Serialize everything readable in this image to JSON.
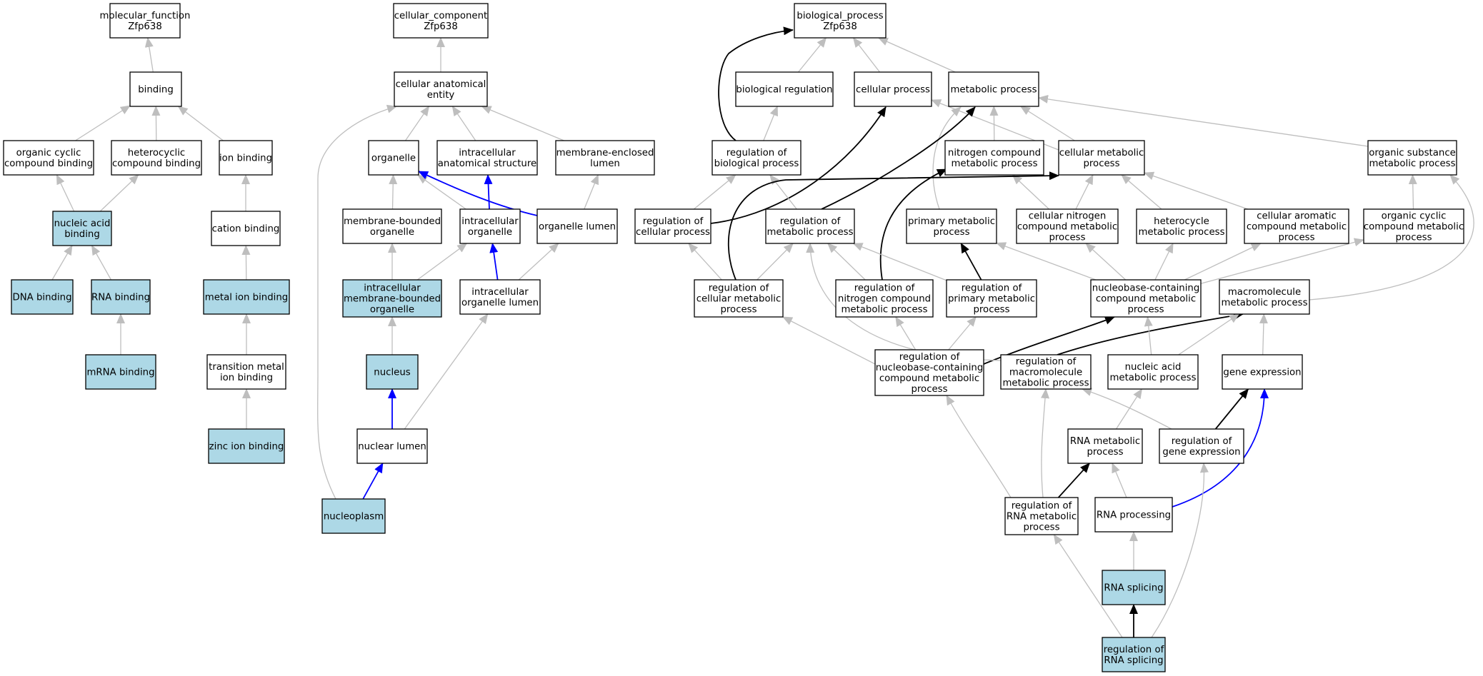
{
  "colors": {
    "annotated_fill": "#add8e6",
    "plain_fill": "#ffffff",
    "is_a_edge": "#bebebe",
    "regulates_edge": "#000000",
    "part_of_edge": "#0000ff"
  },
  "nodes": [
    {
      "id": "molecular_function",
      "lines": [
        "molecular_function",
        "Zfp638"
      ],
      "annotated": false
    },
    {
      "id": "binding",
      "lines": [
        "binding"
      ],
      "annotated": false
    },
    {
      "id": "organic_cyclic_compound_binding",
      "lines": [
        "organic cyclic",
        "compound binding"
      ],
      "annotated": false
    },
    {
      "id": "heterocyclic_compound_binding",
      "lines": [
        "heterocyclic",
        "compound binding"
      ],
      "annotated": false
    },
    {
      "id": "ion_binding",
      "lines": [
        "ion binding"
      ],
      "annotated": false
    },
    {
      "id": "nucleic_acid_binding",
      "lines": [
        "nucleic acid",
        "binding"
      ],
      "annotated": true
    },
    {
      "id": "cation_binding",
      "lines": [
        "cation binding"
      ],
      "annotated": false
    },
    {
      "id": "dna_binding",
      "lines": [
        "DNA binding"
      ],
      "annotated": true
    },
    {
      "id": "rna_binding",
      "lines": [
        "RNA binding"
      ],
      "annotated": true
    },
    {
      "id": "metal_ion_binding",
      "lines": [
        "metal ion binding"
      ],
      "annotated": true
    },
    {
      "id": "mrna_binding",
      "lines": [
        "mRNA binding"
      ],
      "annotated": true
    },
    {
      "id": "transition_metal_ion_binding",
      "lines": [
        "transition metal",
        "ion binding"
      ],
      "annotated": false
    },
    {
      "id": "zinc_ion_binding",
      "lines": [
        "zinc ion binding"
      ],
      "annotated": true
    },
    {
      "id": "cellular_component",
      "lines": [
        "cellular_component",
        "Zfp638"
      ],
      "annotated": false
    },
    {
      "id": "cellular_anatomical_entity",
      "lines": [
        "cellular anatomical",
        "entity"
      ],
      "annotated": false
    },
    {
      "id": "organelle",
      "lines": [
        "organelle"
      ],
      "annotated": false
    },
    {
      "id": "intracellular_anatomical_structure",
      "lines": [
        "intracellular",
        "anatomical structure"
      ],
      "annotated": false
    },
    {
      "id": "membrane_enclosed_lumen",
      "lines": [
        "membrane-enclosed",
        "lumen"
      ],
      "annotated": false
    },
    {
      "id": "membrane_bounded_organelle",
      "lines": [
        "membrane-bounded",
        "organelle"
      ],
      "annotated": false
    },
    {
      "id": "intracellular_organelle",
      "lines": [
        "intracellular",
        "organelle"
      ],
      "annotated": false
    },
    {
      "id": "organelle_lumen",
      "lines": [
        "organelle lumen"
      ],
      "annotated": false
    },
    {
      "id": "intracellular_membrane_bounded_organelle",
      "lines": [
        "intracellular",
        "membrane-bounded",
        "organelle"
      ],
      "annotated": true
    },
    {
      "id": "intracellular_organelle_lumen",
      "lines": [
        "intracellular",
        "organelle lumen"
      ],
      "annotated": false
    },
    {
      "id": "nucleus",
      "lines": [
        "nucleus"
      ],
      "annotated": true
    },
    {
      "id": "nuclear_lumen",
      "lines": [
        "nuclear lumen"
      ],
      "annotated": false
    },
    {
      "id": "nucleoplasm",
      "lines": [
        "nucleoplasm"
      ],
      "annotated": true
    },
    {
      "id": "biological_process",
      "lines": [
        "biological_process",
        "Zfp638"
      ],
      "annotated": false
    },
    {
      "id": "biological_regulation",
      "lines": [
        "biological regulation"
      ],
      "annotated": false
    },
    {
      "id": "cellular_process",
      "lines": [
        "cellular process"
      ],
      "annotated": false
    },
    {
      "id": "metabolic_process",
      "lines": [
        "metabolic process"
      ],
      "annotated": false
    },
    {
      "id": "regulation_of_biological_process",
      "lines": [
        "regulation of",
        "biological process"
      ],
      "annotated": false
    },
    {
      "id": "nitrogen_compound_metabolic_process",
      "lines": [
        "nitrogen compound",
        "metabolic process"
      ],
      "annotated": false
    },
    {
      "id": "cellular_metabolic_process",
      "lines": [
        "cellular metabolic",
        "process"
      ],
      "annotated": false
    },
    {
      "id": "organic_substance_metabolic_process",
      "lines": [
        "organic substance",
        "metabolic process"
      ],
      "annotated": false
    },
    {
      "id": "regulation_of_cellular_process",
      "lines": [
        "regulation of",
        "cellular process"
      ],
      "annotated": false
    },
    {
      "id": "regulation_of_metabolic_process",
      "lines": [
        "regulation of",
        "metabolic process"
      ],
      "annotated": false
    },
    {
      "id": "primary_metabolic_process",
      "lines": [
        "primary metabolic",
        "process"
      ],
      "annotated": false
    },
    {
      "id": "cellular_nitrogen_compound_metabolic_process",
      "lines": [
        "cellular nitrogen",
        "compound metabolic",
        "process"
      ],
      "annotated": false
    },
    {
      "id": "heterocycle_metabolic_process",
      "lines": [
        "heterocycle",
        "metabolic process"
      ],
      "annotated": false
    },
    {
      "id": "cellular_aromatic_compound_metabolic_process",
      "lines": [
        "cellular aromatic",
        "compound metabolic",
        "process"
      ],
      "annotated": false
    },
    {
      "id": "organic_cyclic_compound_metabolic_process",
      "lines": [
        "organic cyclic",
        "compound metabolic",
        "process"
      ],
      "annotated": false
    },
    {
      "id": "regulation_of_cellular_metabolic_process",
      "lines": [
        "regulation of",
        "cellular metabolic",
        "process"
      ],
      "annotated": false
    },
    {
      "id": "regulation_of_nitrogen_compound_metabolic_process",
      "lines": [
        "regulation of",
        "nitrogen compound",
        "metabolic process"
      ],
      "annotated": false
    },
    {
      "id": "regulation_of_primary_metabolic_process",
      "lines": [
        "regulation of",
        "primary metabolic",
        "process"
      ],
      "annotated": false
    },
    {
      "id": "nucleobase_containing_compound_metabolic_process",
      "lines": [
        "nucleobase-containing",
        "compound metabolic",
        "process"
      ],
      "annotated": false
    },
    {
      "id": "macromolecule_metabolic_process",
      "lines": [
        "macromolecule",
        "metabolic process"
      ],
      "annotated": false
    },
    {
      "id": "regulation_of_nucleobase_containing_compound_metabolic_process",
      "lines": [
        "regulation of",
        "nucleobase-containing",
        "compound metabolic",
        "process"
      ],
      "annotated": false
    },
    {
      "id": "regulation_of_macromolecule_metabolic_process",
      "lines": [
        "regulation of",
        "macromolecule",
        "metabolic process"
      ],
      "annotated": false
    },
    {
      "id": "nucleic_acid_metabolic_process",
      "lines": [
        "nucleic acid",
        "metabolic process"
      ],
      "annotated": false
    },
    {
      "id": "gene_expression",
      "lines": [
        "gene expression"
      ],
      "annotated": false
    },
    {
      "id": "rna_metabolic_process",
      "lines": [
        "RNA metabolic",
        "process"
      ],
      "annotated": false
    },
    {
      "id": "regulation_of_gene_expression",
      "lines": [
        "regulation of",
        "gene expression"
      ],
      "annotated": false
    },
    {
      "id": "regulation_of_rna_metabolic_process",
      "lines": [
        "regulation of",
        "RNA metabolic",
        "process"
      ],
      "annotated": false
    },
    {
      "id": "rna_processing",
      "lines": [
        "RNA processing"
      ],
      "annotated": false
    },
    {
      "id": "rna_splicing",
      "lines": [
        "RNA splicing"
      ],
      "annotated": true
    },
    {
      "id": "regulation_of_rna_splicing",
      "lines": [
        "regulation of",
        "RNA splicing"
      ],
      "annotated": true
    }
  ],
  "edges": [
    {
      "from": "binding",
      "to": "molecular_function",
      "kind": "is_a"
    },
    {
      "from": "organic_cyclic_compound_binding",
      "to": "binding",
      "kind": "is_a"
    },
    {
      "from": "heterocyclic_compound_binding",
      "to": "binding",
      "kind": "is_a"
    },
    {
      "from": "ion_binding",
      "to": "binding",
      "kind": "is_a"
    },
    {
      "from": "nucleic_acid_binding",
      "to": "organic_cyclic_compound_binding",
      "kind": "is_a"
    },
    {
      "from": "nucleic_acid_binding",
      "to": "heterocyclic_compound_binding",
      "kind": "is_a"
    },
    {
      "from": "cation_binding",
      "to": "ion_binding",
      "kind": "is_a"
    },
    {
      "from": "dna_binding",
      "to": "nucleic_acid_binding",
      "kind": "is_a"
    },
    {
      "from": "rna_binding",
      "to": "nucleic_acid_binding",
      "kind": "is_a"
    },
    {
      "from": "metal_ion_binding",
      "to": "cation_binding",
      "kind": "is_a"
    },
    {
      "from": "mrna_binding",
      "to": "rna_binding",
      "kind": "is_a"
    },
    {
      "from": "transition_metal_ion_binding",
      "to": "metal_ion_binding",
      "kind": "is_a"
    },
    {
      "from": "zinc_ion_binding",
      "to": "transition_metal_ion_binding",
      "kind": "is_a"
    },
    {
      "from": "cellular_anatomical_entity",
      "to": "cellular_component",
      "kind": "is_a"
    },
    {
      "from": "organelle",
      "to": "cellular_anatomical_entity",
      "kind": "is_a"
    },
    {
      "from": "intracellular_anatomical_structure",
      "to": "cellular_anatomical_entity",
      "kind": "is_a"
    },
    {
      "from": "membrane_enclosed_lumen",
      "to": "cellular_anatomical_entity",
      "kind": "is_a"
    },
    {
      "from": "nucleoplasm",
      "to": "cellular_anatomical_entity",
      "kind": "is_a"
    },
    {
      "from": "membrane_bounded_organelle",
      "to": "organelle",
      "kind": "is_a"
    },
    {
      "from": "intracellular_organelle",
      "to": "organelle",
      "kind": "is_a"
    },
    {
      "from": "organelle_lumen",
      "to": "organelle",
      "kind": "part_of"
    },
    {
      "from": "intracellular_organelle",
      "to": "intracellular_anatomical_structure",
      "kind": "part_of"
    },
    {
      "from": "organelle_lumen",
      "to": "membrane_enclosed_lumen",
      "kind": "is_a"
    },
    {
      "from": "intracellular_membrane_bounded_organelle",
      "to": "membrane_bounded_organelle",
      "kind": "is_a"
    },
    {
      "from": "intracellular_membrane_bounded_organelle",
      "to": "intracellular_organelle",
      "kind": "is_a"
    },
    {
      "from": "intracellular_organelle_lumen",
      "to": "intracellular_organelle",
      "kind": "part_of"
    },
    {
      "from": "intracellular_organelle_lumen",
      "to": "organelle_lumen",
      "kind": "is_a"
    },
    {
      "from": "nucleus",
      "to": "intracellular_membrane_bounded_organelle",
      "kind": "is_a"
    },
    {
      "from": "nuclear_lumen",
      "to": "nucleus",
      "kind": "part_of"
    },
    {
      "from": "nuclear_lumen",
      "to": "intracellular_organelle_lumen",
      "kind": "is_a"
    },
    {
      "from": "nucleoplasm",
      "to": "nuclear_lumen",
      "kind": "part_of"
    },
    {
      "from": "biological_regulation",
      "to": "biological_process",
      "kind": "is_a"
    },
    {
      "from": "cellular_process",
      "to": "biological_process",
      "kind": "is_a"
    },
    {
      "from": "metabolic_process",
      "to": "biological_process",
      "kind": "is_a"
    },
    {
      "from": "regulation_of_biological_process",
      "to": "biological_process",
      "kind": "regulates"
    },
    {
      "from": "regulation_of_biological_process",
      "to": "biological_regulation",
      "kind": "is_a"
    },
    {
      "from": "cellular_metabolic_process",
      "to": "cellular_process",
      "kind": "is_a"
    },
    {
      "from": "cellular_metabolic_process",
      "to": "metabolic_process",
      "kind": "is_a"
    },
    {
      "from": "nitrogen_compound_metabolic_process",
      "to": "metabolic_process",
      "kind": "is_a"
    },
    {
      "from": "organic_substance_metabolic_process",
      "to": "metabolic_process",
      "kind": "is_a"
    },
    {
      "from": "primary_metabolic_process",
      "to": "metabolic_process",
      "kind": "is_a"
    },
    {
      "from": "regulation_of_cellular_process",
      "to": "cellular_process",
      "kind": "regulates"
    },
    {
      "from": "regulation_of_cellular_process",
      "to": "regulation_of_biological_process",
      "kind": "is_a"
    },
    {
      "from": "regulation_of_metabolic_process",
      "to": "metabolic_process",
      "kind": "regulates"
    },
    {
      "from": "regulation_of_metabolic_process",
      "to": "regulation_of_biological_process",
      "kind": "is_a"
    },
    {
      "from": "cellular_nitrogen_compound_metabolic_process",
      "to": "nitrogen_compound_metabolic_process",
      "kind": "is_a"
    },
    {
      "from": "cellular_nitrogen_compound_metabolic_process",
      "to": "cellular_metabolic_process",
      "kind": "is_a"
    },
    {
      "from": "heterocycle_metabolic_process",
      "to": "cellular_metabolic_process",
      "kind": "is_a"
    },
    {
      "from": "cellular_aromatic_compound_metabolic_process",
      "to": "cellular_metabolic_process",
      "kind": "is_a"
    },
    {
      "from": "organic_cyclic_compound_metabolic_process",
      "to": "organic_substance_metabolic_process",
      "kind": "is_a"
    },
    {
      "from": "macromolecule_metabolic_process",
      "to": "organic_substance_metabolic_process",
      "kind": "is_a"
    },
    {
      "from": "regulation_of_cellular_metabolic_process",
      "to": "cellular_metabolic_process",
      "kind": "regulates"
    },
    {
      "from": "regulation_of_cellular_metabolic_process",
      "to": "regulation_of_cellular_process",
      "kind": "is_a"
    },
    {
      "from": "regulation_of_cellular_metabolic_process",
      "to": "regulation_of_metabolic_process",
      "kind": "is_a"
    },
    {
      "from": "regulation_of_nitrogen_compound_metabolic_process",
      "to": "nitrogen_compound_metabolic_process",
      "kind": "regulates"
    },
    {
      "from": "regulation_of_nitrogen_compound_metabolic_process",
      "to": "regulation_of_metabolic_process",
      "kind": "is_a"
    },
    {
      "from": "regulation_of_primary_metabolic_process",
      "to": "primary_metabolic_process",
      "kind": "regulates"
    },
    {
      "from": "regulation_of_primary_metabolic_process",
      "to": "regulation_of_metabolic_process",
      "kind": "is_a"
    },
    {
      "from": "nucleobase_containing_compound_metabolic_process",
      "to": "cellular_nitrogen_compound_metabolic_process",
      "kind": "is_a"
    },
    {
      "from": "nucleobase_containing_compound_metabolic_process",
      "to": "heterocycle_metabolic_process",
      "kind": "is_a"
    },
    {
      "from": "nucleobase_containing_compound_metabolic_process",
      "to": "cellular_aromatic_compound_metabolic_process",
      "kind": "is_a"
    },
    {
      "from": "nucleobase_containing_compound_metabolic_process",
      "to": "organic_cyclic_compound_metabolic_process",
      "kind": "is_a"
    },
    {
      "from": "nucleobase_containing_compound_metabolic_process",
      "to": "primary_metabolic_process",
      "kind": "is_a"
    },
    {
      "from": "regulation_of_nucleobase_containing_compound_metabolic_process",
      "to": "nucleobase_containing_compound_metabolic_process",
      "kind": "regulates"
    },
    {
      "from": "regulation_of_nucleobase_containing_compound_metabolic_process",
      "to": "regulation_of_cellular_metabolic_process",
      "kind": "is_a"
    },
    {
      "from": "regulation_of_nucleobase_containing_compound_metabolic_process",
      "to": "regulation_of_nitrogen_compound_metabolic_process",
      "kind": "is_a"
    },
    {
      "from": "regulation_of_nucleobase_containing_compound_metabolic_process",
      "to": "regulation_of_primary_metabolic_process",
      "kind": "is_a"
    },
    {
      "from": "regulation_of_macromolecule_metabolic_process",
      "to": "macromolecule_metabolic_process",
      "kind": "regulates"
    },
    {
      "from": "regulation_of_macromolecule_metabolic_process",
      "to": "regulation_of_metabolic_process",
      "kind": "is_a"
    },
    {
      "from": "nucleic_acid_metabolic_process",
      "to": "nucleobase_containing_compound_metabolic_process",
      "kind": "is_a"
    },
    {
      "from": "nucleic_acid_metabolic_process",
      "to": "macromolecule_metabolic_process",
      "kind": "is_a"
    },
    {
      "from": "gene_expression",
      "to": "macromolecule_metabolic_process",
      "kind": "is_a"
    },
    {
      "from": "rna_metabolic_process",
      "to": "nucleic_acid_metabolic_process",
      "kind": "is_a"
    },
    {
      "from": "regulation_of_gene_expression",
      "to": "gene_expression",
      "kind": "regulates"
    },
    {
      "from": "regulation_of_gene_expression",
      "to": "regulation_of_macromolecule_metabolic_process",
      "kind": "is_a"
    },
    {
      "from": "regulation_of_rna_metabolic_process",
      "to": "rna_metabolic_process",
      "kind": "regulates"
    },
    {
      "from": "regulation_of_rna_metabolic_process",
      "to": "regulation_of_nucleobase_containing_compound_metabolic_process",
      "kind": "is_a"
    },
    {
      "from": "regulation_of_rna_metabolic_process",
      "to": "regulation_of_macromolecule_metabolic_process",
      "kind": "is_a"
    },
    {
      "from": "rna_processing",
      "to": "rna_metabolic_process",
      "kind": "is_a"
    },
    {
      "from": "rna_processing",
      "to": "gene_expression",
      "kind": "part_of"
    },
    {
      "from": "rna_splicing",
      "to": "rna_processing",
      "kind": "is_a"
    },
    {
      "from": "regulation_of_rna_splicing",
      "to": "rna_splicing",
      "kind": "regulates"
    },
    {
      "from": "regulation_of_rna_splicing",
      "to": "regulation_of_rna_metabolic_process",
      "kind": "is_a"
    },
    {
      "from": "regulation_of_rna_splicing",
      "to": "regulation_of_gene_expression",
      "kind": "is_a"
    }
  ]
}
